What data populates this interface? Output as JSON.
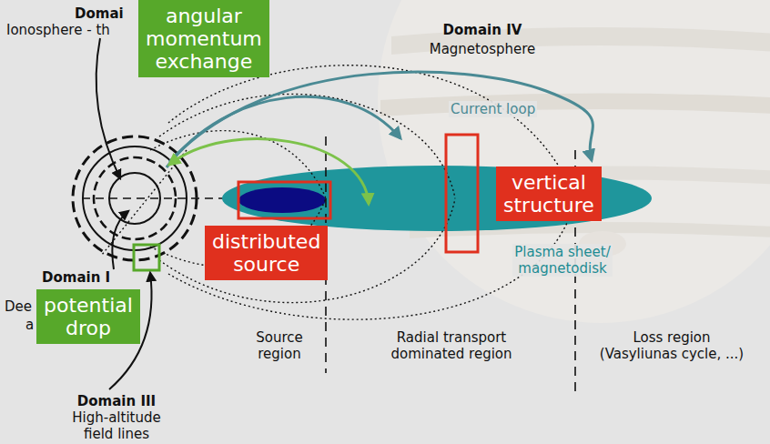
{
  "diagram": {
    "nodes": [
      {
        "text": [
          "angular momentum exchange"
        ]
      },
      {
        "text": [
          "distributed source"
        ]
      },
      {
        "text": [
          "vertical structure"
        ]
      },
      {
        "text": [
          "potential drop"
        ]
      }
    ],
    "labels": [
      "Domai",
      "Ionosphere - th",
      "Domain IV",
      "Magnetosphere",
      "Current loop",
      "Plasma sheet/ magnetodisk",
      "Domain I",
      "Dee",
      "a",
      "Source region",
      "Radial transport dominated region",
      "Loss region (Vasyliunas cycle, ...)",
      "Domain III",
      "High-altitude field lines"
    ]
  }
}
